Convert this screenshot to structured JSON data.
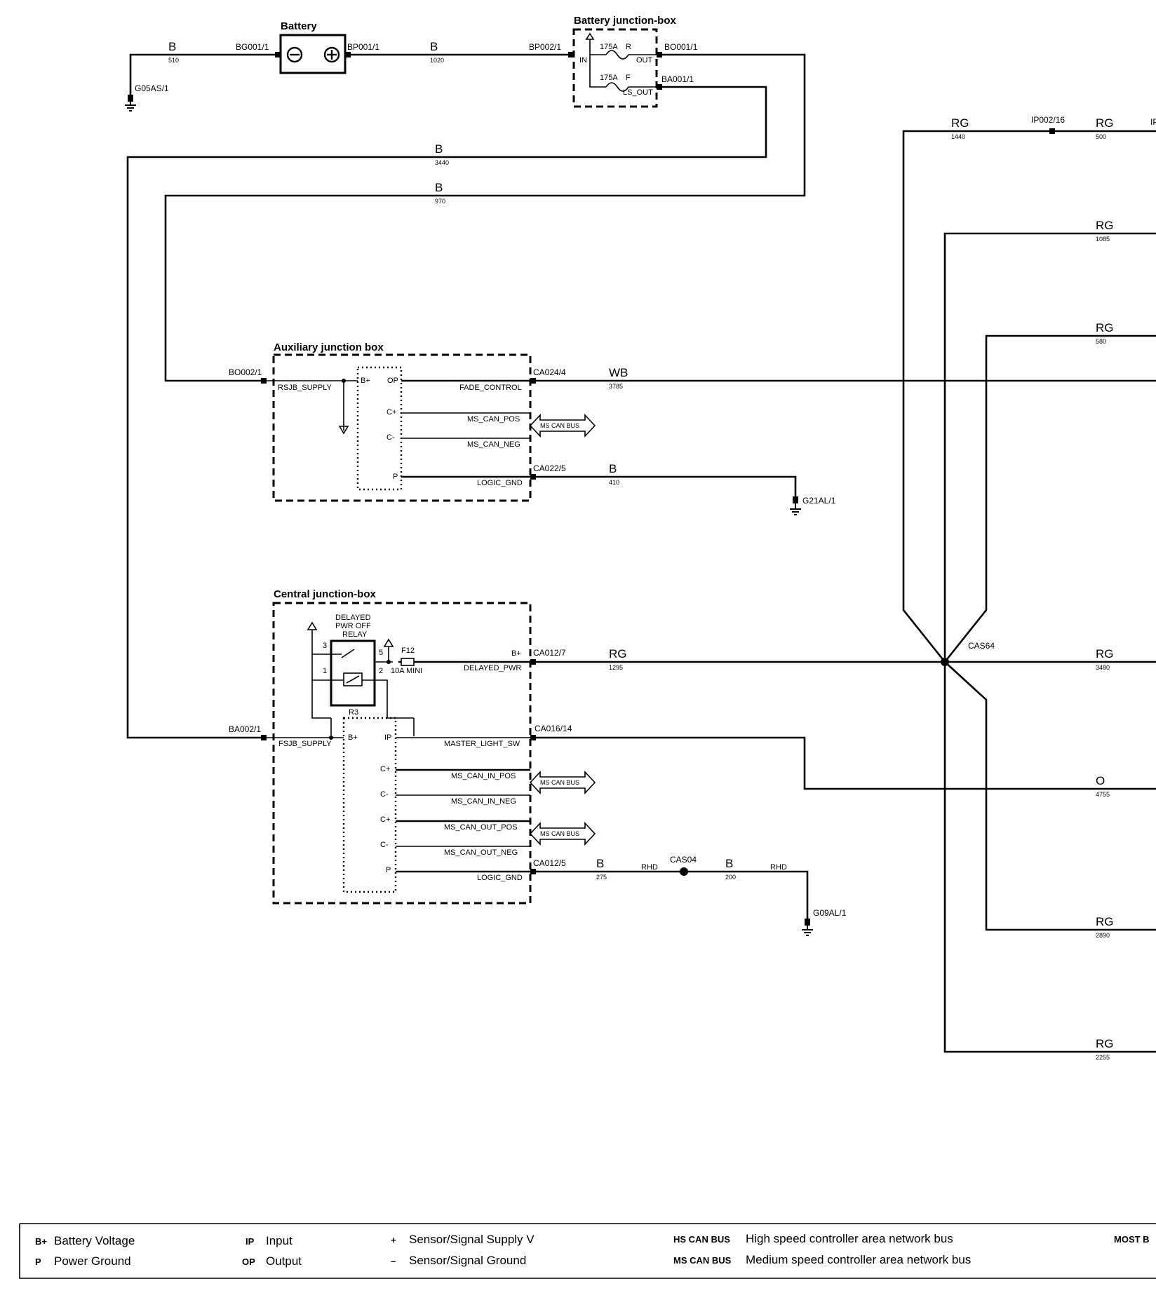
{
  "titles": {
    "battery": "Battery",
    "battery_jb": "Battery junction-box",
    "aux_jb": "Auxiliary junction box",
    "central_jb": "Central junction-box"
  },
  "wires": {
    "w510": {
      "color": "B",
      "num": "510"
    },
    "w1020": {
      "color": "B",
      "num": "1020"
    },
    "w3440": {
      "color": "B",
      "num": "3440"
    },
    "w970": {
      "color": "B",
      "num": "970"
    },
    "w3785": {
      "color": "WB",
      "num": "3785"
    },
    "w410": {
      "color": "B",
      "num": "410"
    },
    "w1295": {
      "color": "RG",
      "num": "1295"
    },
    "w275": {
      "color": "B",
      "num": "275"
    },
    "w200": {
      "color": "B",
      "num": "200"
    },
    "w1440": {
      "color": "RG",
      "num": "1440"
    },
    "w500": {
      "color": "RG",
      "num": "500"
    },
    "w1085": {
      "color": "RG",
      "num": "1085"
    },
    "w580": {
      "color": "RG",
      "num": "580"
    },
    "w3480": {
      "color": "RG",
      "num": "3480"
    },
    "w4755": {
      "color": "O",
      "num": "4755"
    },
    "w2890": {
      "color": "RG",
      "num": "2890"
    },
    "w2255": {
      "color": "RG",
      "num": "2255"
    }
  },
  "connectors": {
    "bg001": "BG001/1",
    "bp001": "BP001/1",
    "bp002": "BP002/1",
    "bo001": "BO001/1",
    "ba001": "BA001/1",
    "g05as": "G05AS/1",
    "bo002": "BO002/1",
    "ca024": "CA024/4",
    "ca022": "CA022/5",
    "g21al": "G21AL/1",
    "ip002": "IP002/16",
    "ip_cut": "IP",
    "cas64": "CAS64",
    "ca012_7": "CA012/7",
    "ba002": "BA002/1",
    "ca016": "CA016/14",
    "ca012_5": "CA012/5",
    "cas04": "CAS04",
    "g09al": "G09AL/1",
    "rhd1": "RHD",
    "rhd2": "RHD"
  },
  "battery_jb": {
    "fuse1_rating": "175A",
    "fuse1_id": "R",
    "fuse2_rating": "175A",
    "fuse2_id": "F",
    "in_label": "IN",
    "out_label": "OUT",
    "ls_out_label": "LS_OUT"
  },
  "aux_jb": {
    "supply": "RSJB_SUPPLY",
    "bplus": "B+",
    "op": "OP",
    "cplus": "C+",
    "cminus": "C-",
    "p": "P",
    "fade": "FADE_CONTROL",
    "ms_pos": "MS_CAN_POS",
    "ms_neg": "MS_CAN_NEG",
    "logic_gnd": "LOGIC_GND",
    "bus": "MS CAN BUS"
  },
  "central_jb": {
    "relay_l1": "DELAYED",
    "relay_l2": "PWR OFF",
    "relay_l3": "RELAY",
    "relay_id": "R3",
    "pin3": "3",
    "pin1": "1",
    "pin5": "5",
    "pin2": "2",
    "fuse_id": "F12",
    "fuse_rating": "10A MINI",
    "bplus_out": "B+",
    "delayed_pwr": "DELAYED_PWR",
    "supply": "FSJB_SUPPLY",
    "bplus": "B+",
    "ip": "IP",
    "master_light": "MASTER_LIGHT_SW",
    "cplus1": "C+",
    "cminus1": "C-",
    "cplus2": "C+",
    "cminus2": "C-",
    "p": "P",
    "in_pos": "MS_CAN_IN_POS",
    "in_neg": "MS_CAN_IN_NEG",
    "out_pos": "MS_CAN_OUT_POS",
    "out_neg": "MS_CAN_OUT_NEG",
    "logic_gnd": "LOGIC_GND",
    "bus1": "MS CAN BUS",
    "bus2": "MS CAN BUS"
  },
  "legend": {
    "bplus_key": "B+",
    "bplus_desc": "Battery Voltage",
    "p_key": "P",
    "p_desc": "Power Ground",
    "ip_key": "IP",
    "ip_desc": "Input",
    "op_key": "OP",
    "op_desc": "Output",
    "plus_key": "+",
    "plus_desc": "Sensor/Signal Supply V",
    "minus_key": "–",
    "minus_desc": "Sensor/Signal Ground",
    "hs_key": "HS CAN BUS",
    "hs_desc": "High speed controller area network bus",
    "ms_key": "MS CAN BUS",
    "ms_desc": "Medium speed controller area network bus",
    "most_key": "MOST B"
  }
}
